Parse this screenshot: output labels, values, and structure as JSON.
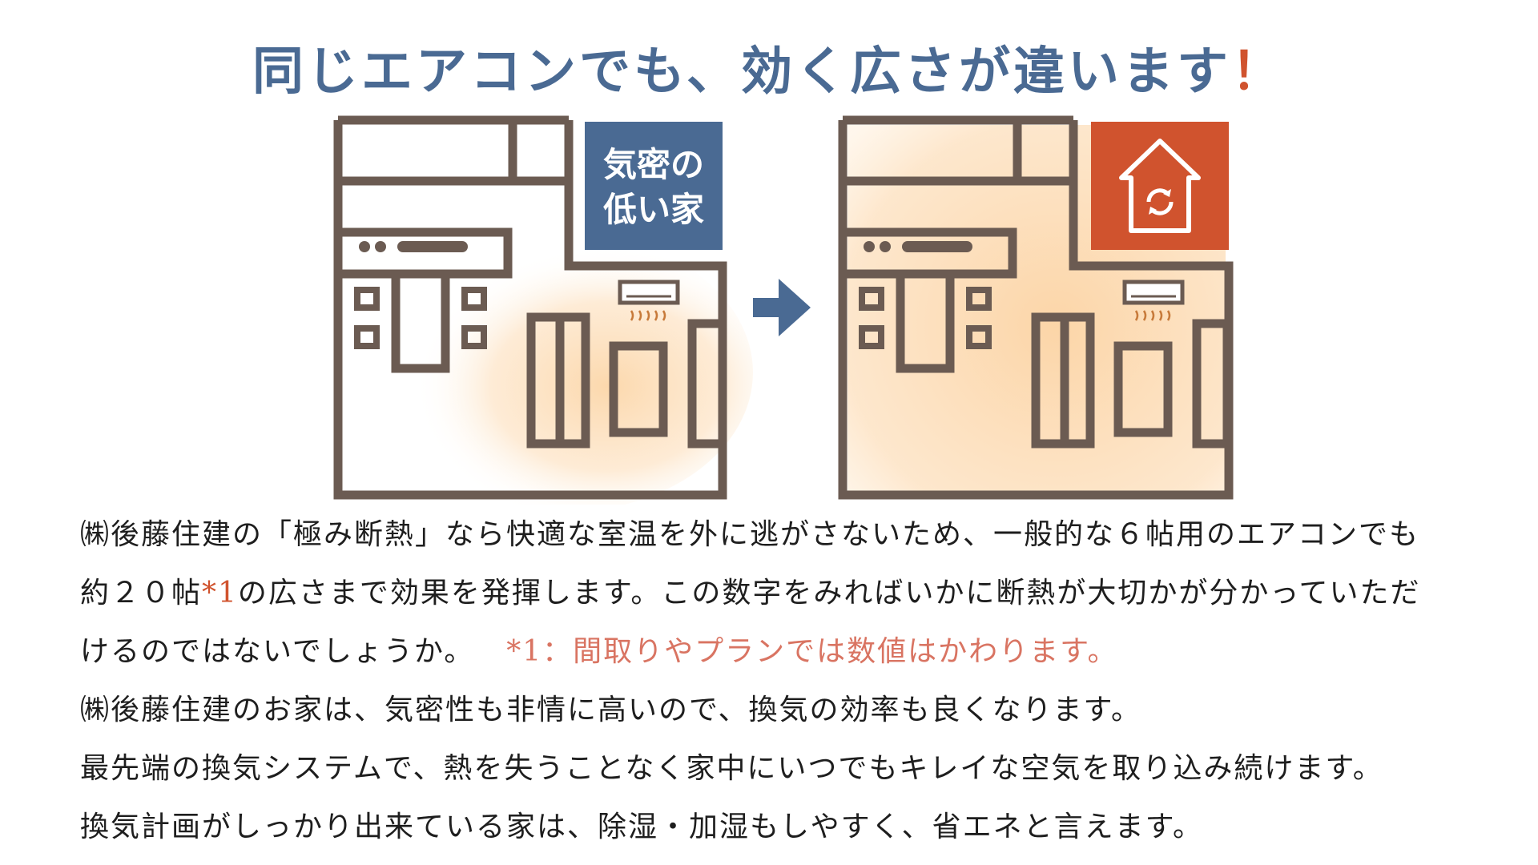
{
  "heading": {
    "text": "同じエアコンでも、効く広さが違います",
    "exclamation": "！"
  },
  "illustration": {
    "left_badge": {
      "line1": "気密の",
      "line2": "低い家",
      "color": "#4a6a93"
    },
    "right_badge": {
      "icon": "house-recycle-icon",
      "color": "#d0532e"
    },
    "arrow_icon": "arrow-right-icon",
    "warm_glow_color": "#fde3c4",
    "wall_color": "#6b5b52"
  },
  "body": {
    "p1_l1": "㈱後藤住建の「極み断熱」なら快適な室温を外に逃がさないため、一般的な６帖用のエアコンでも",
    "p1_l2a": "約２０帖",
    "p1_l2_mark": "*1",
    "p1_l2b": "の広さまで効果を発揮します。この数字をみればいかに断熱が大切かが分かっていただ",
    "p1_l3": "けるのではないでしょうか。",
    "note": "*1：間取りやプランでは数値はかわります。",
    "p2": "㈱後藤住建のお家は、気密性も非情に高いので、換気の効率も良くなります。",
    "p3": "最先端の換気システムで、熱を失うことなく家中にいつでもキレイな空気を取り込み続けます。",
    "p4": "換気計画がしっかり出来ている家は、除湿・加湿もしやすく、省エネと言えます。"
  }
}
